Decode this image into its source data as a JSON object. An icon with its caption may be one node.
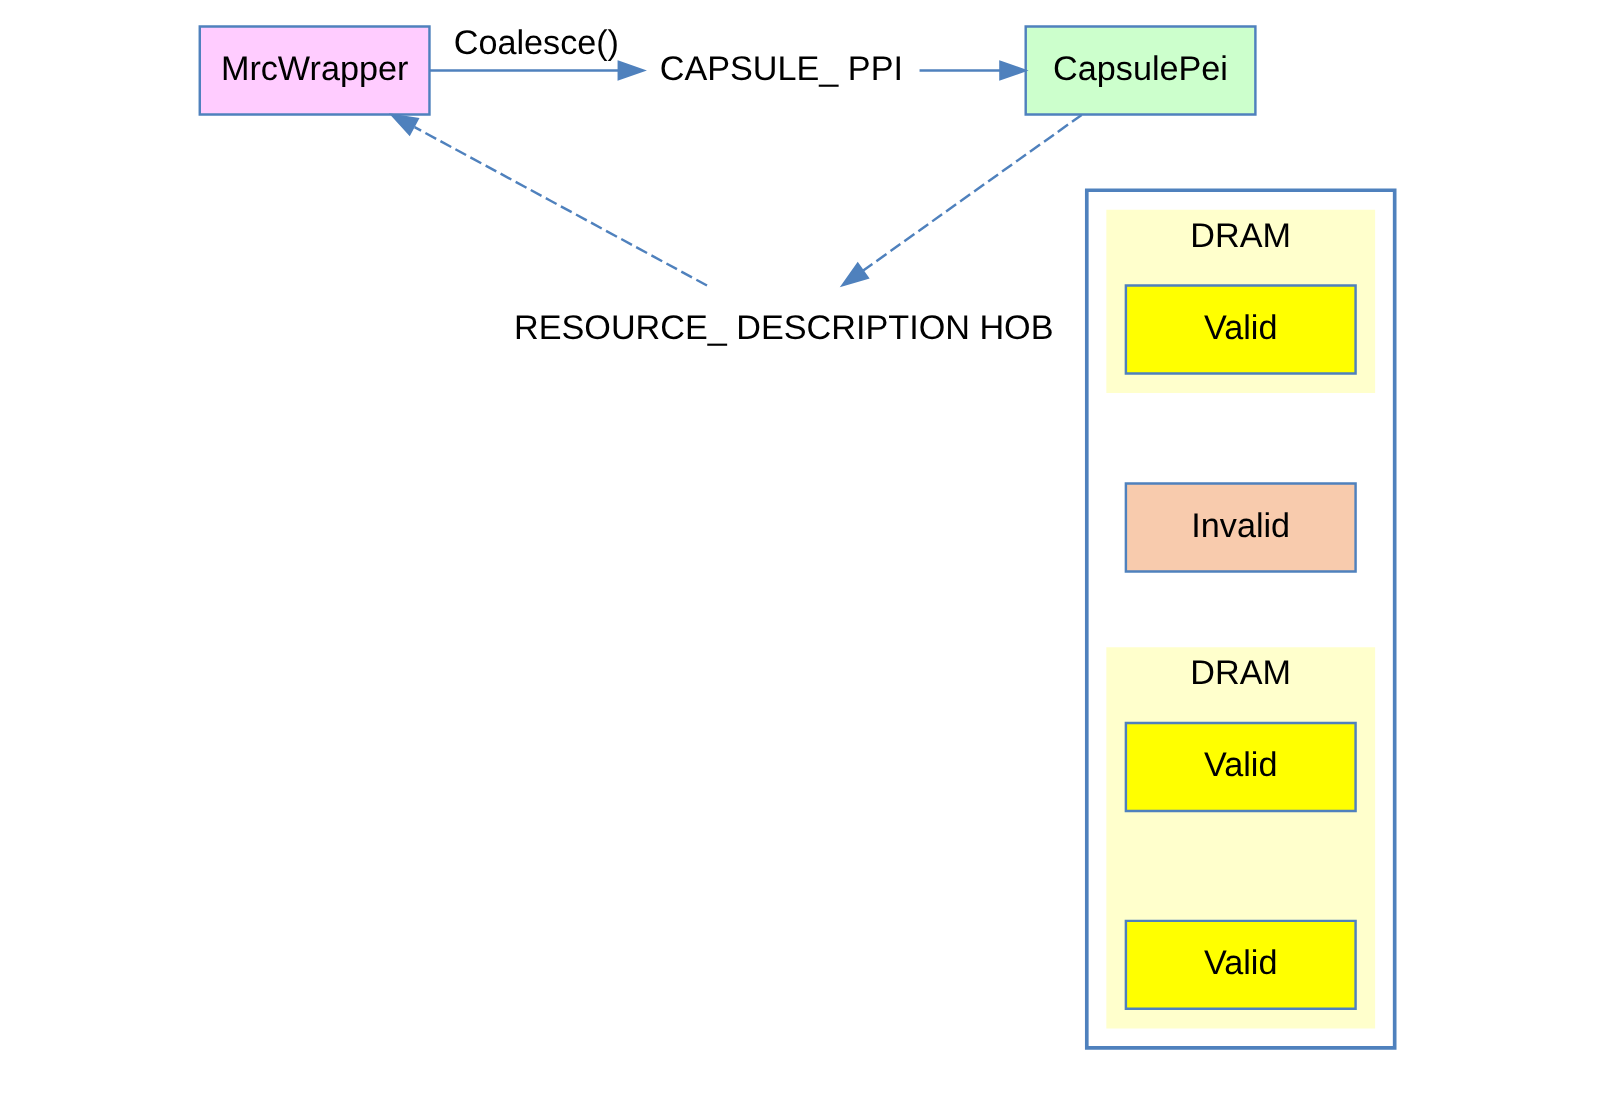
{
  "diagram": {
    "nodes": [
      {
        "text": [
          "MrcWrapper"
        ]
      },
      {
        "text": [
          "CAPSULE_ PPI"
        ]
      },
      {
        "text": [
          "CapsulePei"
        ]
      },
      {
        "text": [
          "RESOURCE_ DESCRIPTION HOB"
        ]
      },
      {
        "text": [],
        "shape": "box"
      },
      {
        "text": [
          "DRAM"
        ],
        "in": 4
      },
      {
        "text": [
          "Valid"
        ],
        "in": 5
      },
      {
        "text": [
          "Invalid"
        ],
        "in": 4
      },
      {
        "text": [
          "DRAM"
        ],
        "in": 4
      },
      {
        "text": [
          "Valid"
        ],
        "in": 8
      },
      {
        "text": [
          "Valid"
        ],
        "in": 8
      }
    ],
    "edges": [
      {
        "from": 0,
        "to": 1,
        "arrow": "to",
        "label": "Coalesce()"
      },
      {
        "from": 1,
        "to": 2,
        "arrow": "to"
      },
      {
        "from": 2,
        "to": 3,
        "arrow": "to",
        "style": "dashed"
      },
      {
        "from": 3,
        "to": 0,
        "arrow": "to",
        "style": "dashed"
      }
    ]
  }
}
